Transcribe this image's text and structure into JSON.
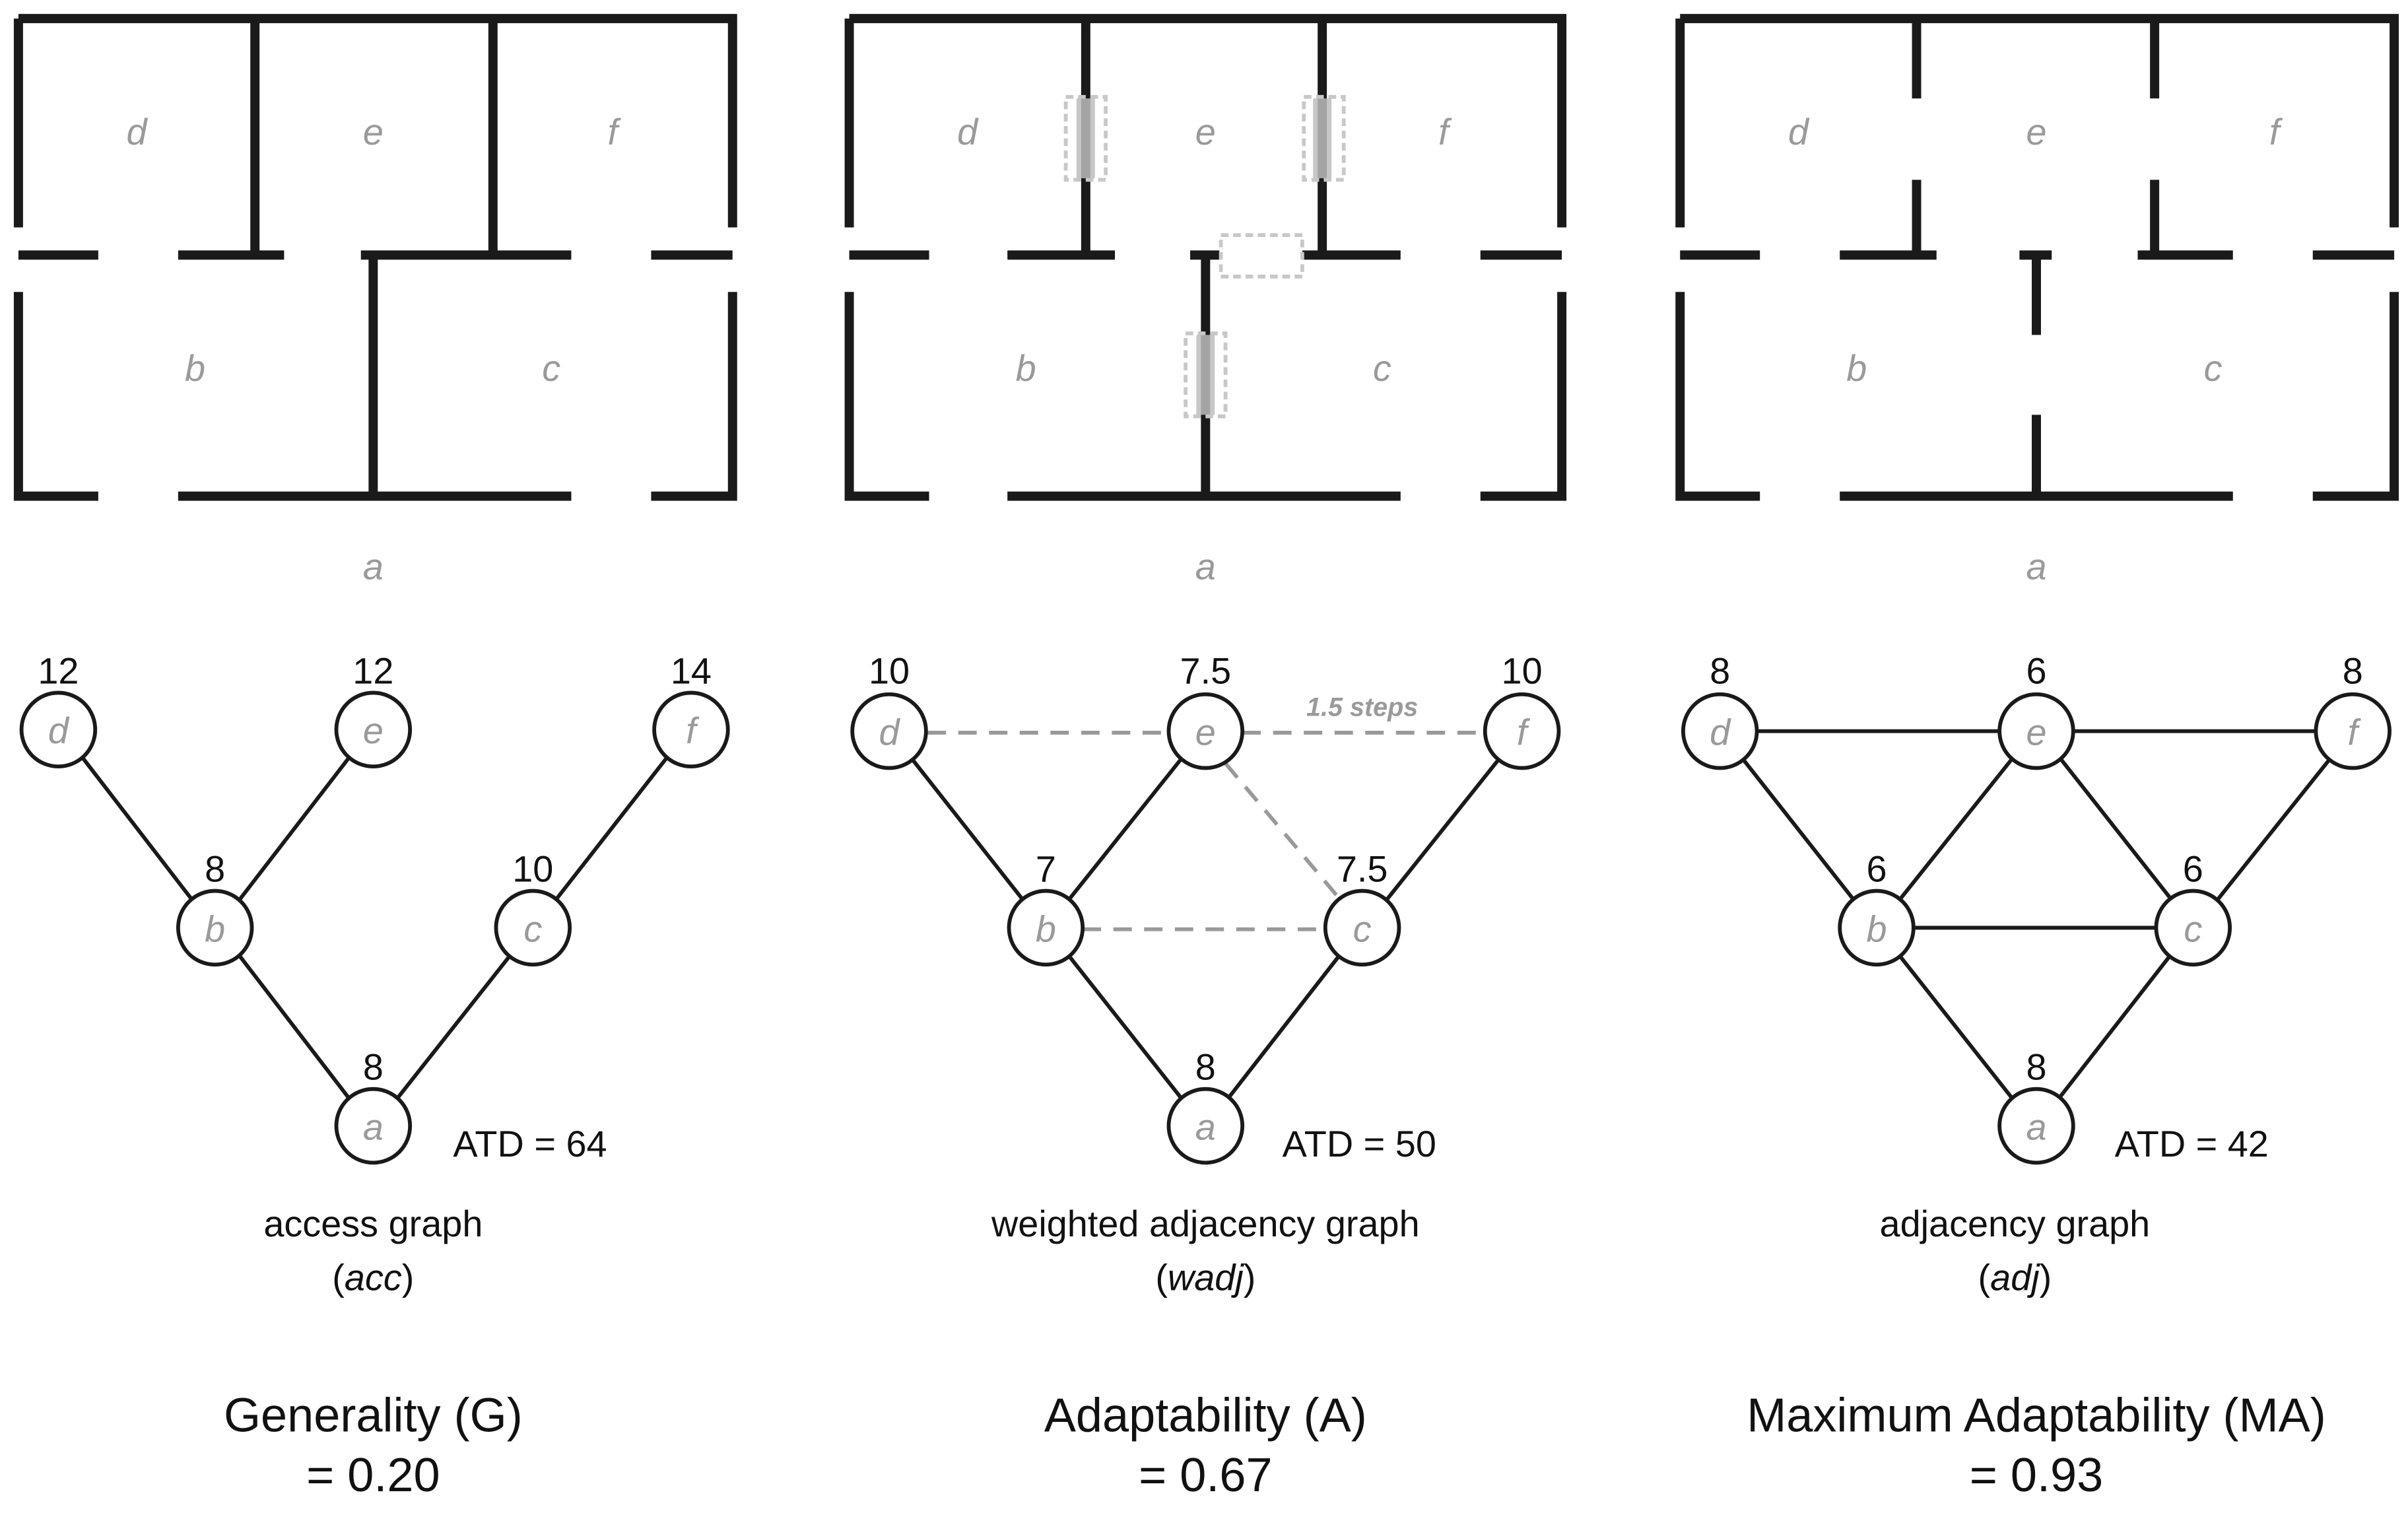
{
  "panels": [
    {
      "id": "acc",
      "plan_rooms": [
        "d",
        "e",
        "f",
        "b",
        "c"
      ],
      "outside_label": "a",
      "graph": {
        "nodes": [
          {
            "id": "d",
            "label": "d",
            "value": "12"
          },
          {
            "id": "e",
            "label": "e",
            "value": "12"
          },
          {
            "id": "f",
            "label": "f",
            "value": "14"
          },
          {
            "id": "b",
            "label": "b",
            "value": "8"
          },
          {
            "id": "c",
            "label": "c",
            "value": "10"
          },
          {
            "id": "a",
            "label": "a",
            "value": "8"
          }
        ],
        "solid_edges": [
          [
            "d",
            "b"
          ],
          [
            "e",
            "b"
          ],
          [
            "b",
            "a"
          ],
          [
            "f",
            "c"
          ],
          [
            "c",
            "a"
          ]
        ],
        "dashed_edges": []
      },
      "atd": "ATD = 64",
      "caption": "access graph",
      "caption_abbr": "acc",
      "measure_name": "Generality (G)",
      "measure_value": "= 0.20"
    },
    {
      "id": "wadj",
      "plan_rooms": [
        "d",
        "e",
        "f",
        "b",
        "c"
      ],
      "outside_label": "a",
      "graph": {
        "nodes": [
          {
            "id": "d",
            "label": "d",
            "value": "10"
          },
          {
            "id": "e",
            "label": "e",
            "value": "7.5"
          },
          {
            "id": "f",
            "label": "f",
            "value": "10"
          },
          {
            "id": "b",
            "label": "b",
            "value": "7"
          },
          {
            "id": "c",
            "label": "c",
            "value": "7.5"
          },
          {
            "id": "a",
            "label": "a",
            "value": "8"
          }
        ],
        "solid_edges": [
          [
            "d",
            "b"
          ],
          [
            "e",
            "b"
          ],
          [
            "b",
            "a"
          ],
          [
            "f",
            "c"
          ],
          [
            "c",
            "a"
          ]
        ],
        "dashed_edges": [
          [
            "d",
            "e"
          ],
          [
            "e",
            "f"
          ],
          [
            "e",
            "c"
          ],
          [
            "b",
            "c"
          ]
        ]
      },
      "edge_note": "1.5 steps",
      "atd": "ATD = 50",
      "caption": "weighted adjacency graph",
      "caption_abbr": "wadj",
      "measure_name": "Adaptability (A)",
      "measure_value": "= 0.67"
    },
    {
      "id": "adj",
      "plan_rooms": [
        "d",
        "e",
        "f",
        "b",
        "c"
      ],
      "outside_label": "a",
      "graph": {
        "nodes": [
          {
            "id": "d",
            "label": "d",
            "value": "8"
          },
          {
            "id": "e",
            "label": "e",
            "value": "6"
          },
          {
            "id": "f",
            "label": "f",
            "value": "8"
          },
          {
            "id": "b",
            "label": "b",
            "value": "6"
          },
          {
            "id": "c",
            "label": "c",
            "value": "6"
          },
          {
            "id": "a",
            "label": "a",
            "value": "8"
          }
        ],
        "solid_edges": [
          [
            "d",
            "b"
          ],
          [
            "e",
            "b"
          ],
          [
            "b",
            "a"
          ],
          [
            "f",
            "c"
          ],
          [
            "c",
            "a"
          ],
          [
            "d",
            "e"
          ],
          [
            "e",
            "f"
          ],
          [
            "e",
            "c"
          ],
          [
            "b",
            "c"
          ]
        ],
        "dashed_edges": []
      },
      "atd": "ATD = 42",
      "caption": "adjacency graph",
      "caption_abbr": "adj",
      "measure_name": "Maximum Adaptability (MA)",
      "measure_value": "= 0.93"
    }
  ],
  "colors": {
    "wall": "#1a1a1a",
    "label_gray": "#9a9a9a",
    "dashed_edge": "#999999",
    "highlight_fill": "#bdbdbd",
    "highlight_border": "#c8c8c8"
  }
}
